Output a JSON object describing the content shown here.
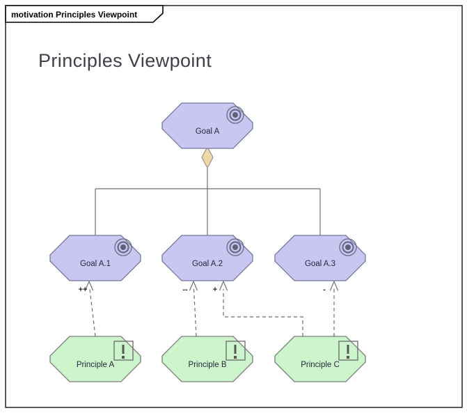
{
  "window": {
    "tab_label": "motivation Principles Viewpoint",
    "title": "Principles Viewpoint"
  },
  "diagram": {
    "goals": [
      {
        "label": "Goal A"
      },
      {
        "label": "Goal A.1"
      },
      {
        "label": "Goal A.2"
      },
      {
        "label": "Goal A.3"
      }
    ],
    "principles": [
      {
        "label": "Principle A"
      },
      {
        "label": "Principle B"
      },
      {
        "label": "Principle C"
      }
    ],
    "influences": [
      {
        "from": "Principle A",
        "to": "Goal A.1",
        "label": "++"
      },
      {
        "from": "Principle B",
        "to": "Goal A.2",
        "label": "--"
      },
      {
        "from": "Principle C",
        "to": "Goal A.2",
        "label": "+"
      },
      {
        "from": "Principle C",
        "to": "Goal A.3",
        "label": "-"
      }
    ],
    "aggregation": {
      "parent": "Goal A",
      "children": [
        "Goal A.1",
        "Goal A.2",
        "Goal A.3"
      ]
    }
  },
  "colors": {
    "goal_fill": "#C7C7F2",
    "goal_stroke": "#75759B",
    "principle_fill": "#CCF5CC",
    "principle_stroke": "#7C7C7C",
    "diamond_fill": "#F0D8A6",
    "connector": "#6E6E6E",
    "frame_border": "#141414",
    "title_text": "#3E4148",
    "node_text": "#26263C",
    "sign_text": "#2B2B3A"
  }
}
